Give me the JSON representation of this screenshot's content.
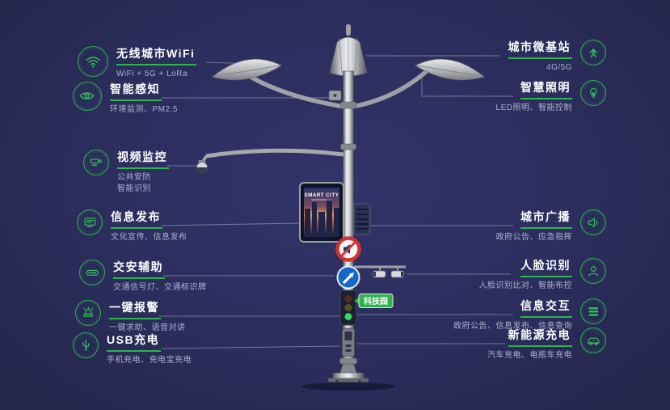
{
  "colors": {
    "background": "#2b2d5c",
    "accent": "#2eb34f"
  },
  "features_left": [
    {
      "icon": "wifi",
      "title": "无线城市WiFi",
      "subs": [
        "WiFi + 5G + LoRa"
      ]
    },
    {
      "icon": "smart-sensing",
      "title": "智能感知",
      "subs": [
        "环境监测、PM2.5"
      ]
    },
    {
      "icon": "video-surveillance",
      "title": "视频监控",
      "subs": [
        "公共安防",
        "智能识别"
      ]
    },
    {
      "icon": "info-publish",
      "title": "信息发布",
      "subs": [
        "文化宣传、信息发布"
      ]
    },
    {
      "icon": "traffic-assist",
      "title": "交安辅助",
      "subs": [
        "交通信号灯、交通标识牌"
      ]
    },
    {
      "icon": "one-key-alarm",
      "title": "一键报警",
      "subs": [
        "一键求助、语音对讲"
      ]
    },
    {
      "icon": "usb-charging",
      "title": "USB充电",
      "subs": [
        "手机充电、充电宝充电"
      ]
    }
  ],
  "features_right": [
    {
      "icon": "micro-base-station",
      "title": "城市微基站",
      "subs": [
        "4G/5G"
      ]
    },
    {
      "icon": "smart-lighting",
      "title": "智慧照明",
      "subs": [
        "LED照明、智能控制"
      ]
    },
    {
      "icon": "city-broadcast",
      "title": "城市广播",
      "subs": [
        "政府公告、应急指挥"
      ]
    },
    {
      "icon": "face-recognition",
      "title": "人脸识别",
      "subs": [
        "人脸识别比对、智能布控"
      ]
    },
    {
      "icon": "info-interaction",
      "title": "信息交互",
      "subs": [
        "政府公告、信息发布、信息查询"
      ]
    },
    {
      "icon": "ev-charging",
      "title": "新能源充电",
      "subs": [
        "汽车充电、电瓶车充电"
      ]
    }
  ],
  "pole": {
    "screen_title": "SMART CITY",
    "tag_label": "科技园"
  }
}
